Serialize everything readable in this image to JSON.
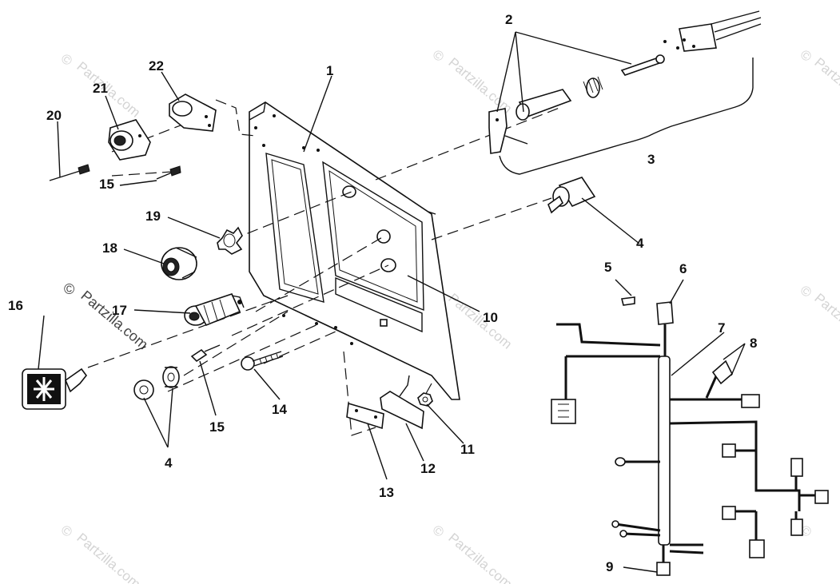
{
  "callouts": [
    "1",
    "2",
    "3",
    "4",
    "5",
    "6",
    "7",
    "8",
    "9",
    "10",
    "11",
    "12",
    "13",
    "14",
    "15",
    "16",
    "17",
    "18",
    "19",
    "20",
    "21",
    "22"
  ],
  "callout_4b": "4",
  "callout_15b": "15",
  "watermark": {
    "text": "Partzilla.com",
    "copyright": "©",
    "text_color": "#d4d4d4"
  },
  "colors": {
    "ink": "#111111",
    "background": "#ffffff"
  }
}
